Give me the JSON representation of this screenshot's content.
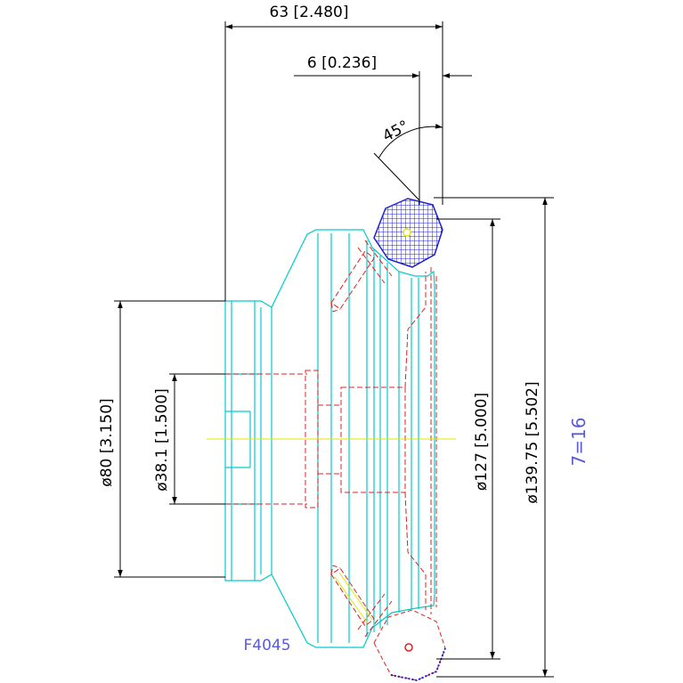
{
  "drawing": {
    "part_number": "F4045",
    "tooth_count": "7=16"
  },
  "dimensions": {
    "overall_length": "63 [2.480]",
    "groove_width": "6 [0.236]",
    "chamfer_angle": "45°",
    "outer_diameter": "ø139.75 [5.502]",
    "seat_diameter": "ø127 [5.000]",
    "hub_diameter": "ø80 [3.150]",
    "bore_diameter": "ø38.1 [1.500]"
  },
  "colors": {
    "outline": "#00cccc",
    "hidden": "#e02020",
    "centerline": "#e6e600",
    "dimension": "#000000",
    "hatch": "#2020cc",
    "label": "#5b5bd6"
  }
}
